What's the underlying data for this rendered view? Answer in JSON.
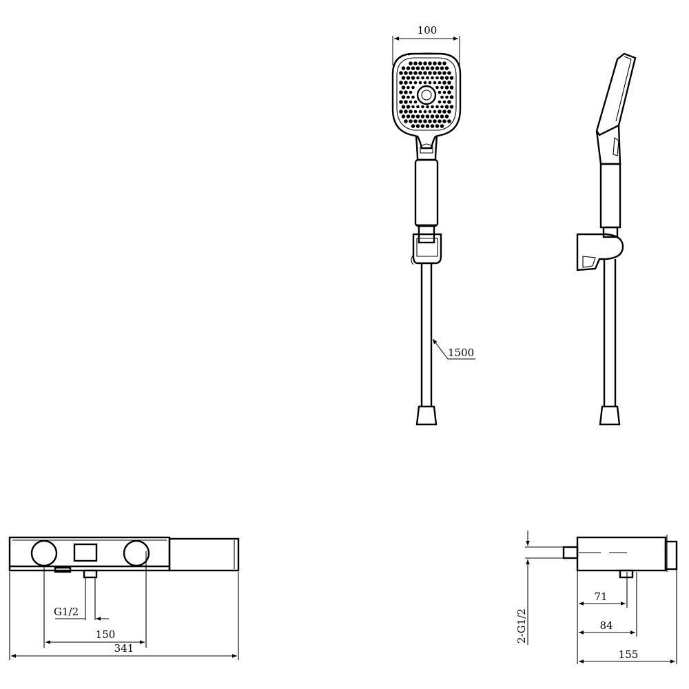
{
  "drawing": {
    "handshower_width": "100",
    "hose_length": "1500",
    "mixer_inlet_thread": "G1/2",
    "mixer_inlet_spacing": "150",
    "mixer_total_length": "341",
    "side_inlet_threads": "2-G1/2",
    "side_depth_1": "71",
    "side_depth_2": "84",
    "side_depth_total": "155"
  }
}
